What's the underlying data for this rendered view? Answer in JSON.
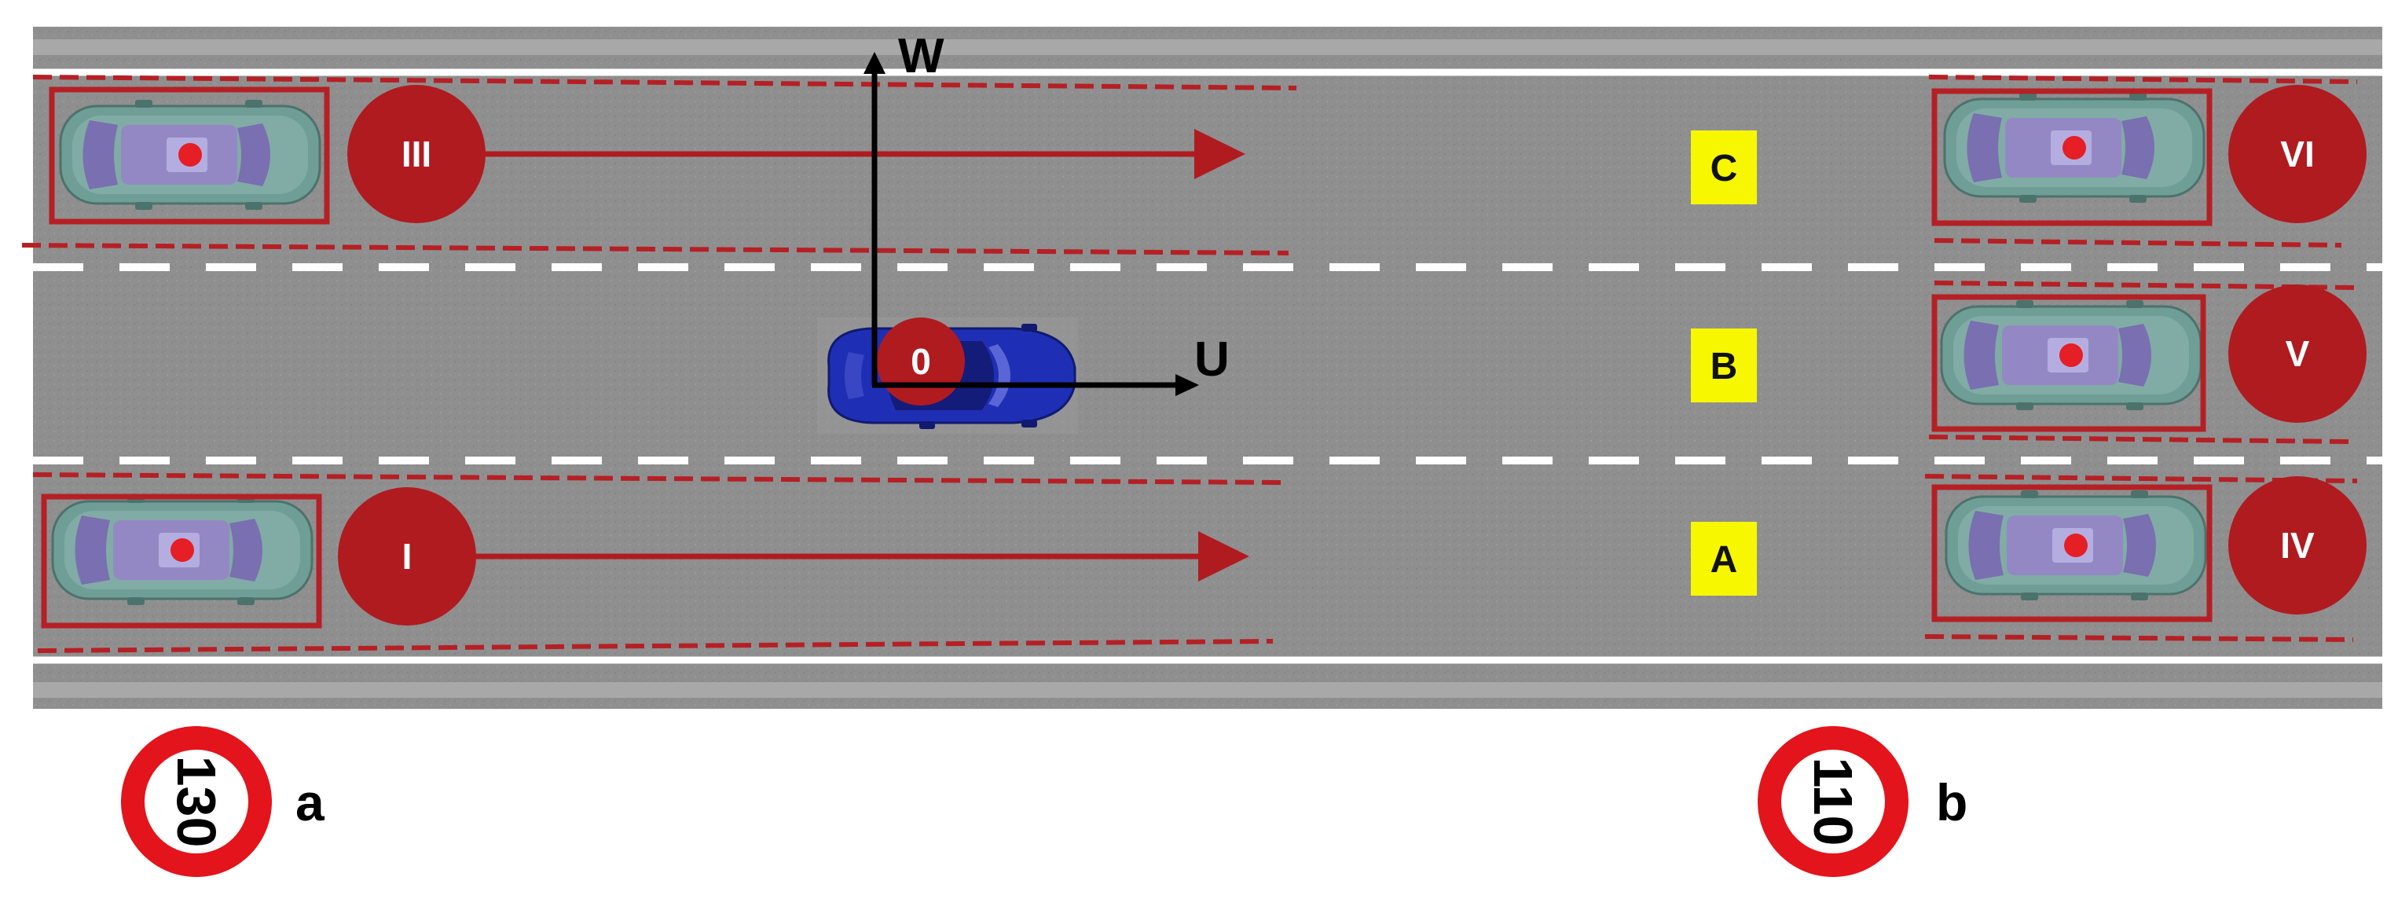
{
  "axes": {
    "u_label": "U",
    "w_label": "W"
  },
  "ego": {
    "label": "0",
    "color": "#1f2fb5"
  },
  "lanes": [
    {
      "id": "lane-c",
      "label": "C"
    },
    {
      "id": "lane-b",
      "label": "B"
    },
    {
      "id": "lane-a",
      "label": "A"
    }
  ],
  "vehicles": [
    {
      "id": "vehicle-iii",
      "label": "III"
    },
    {
      "id": "vehicle-i",
      "label": "I"
    },
    {
      "id": "vehicle-vi",
      "label": "VI"
    },
    {
      "id": "vehicle-v",
      "label": "V"
    },
    {
      "id": "vehicle-iv",
      "label": "IV"
    }
  ],
  "signs": [
    {
      "id": "speed-sign-130",
      "value": "130",
      "letter": "a"
    },
    {
      "id": "speed-sign-110",
      "value": "110",
      "letter": "b"
    }
  ],
  "colors": {
    "road": "#8f8f8f",
    "marker": "#b01b20",
    "lane_tag": "#f7f700",
    "car_body": "#6f9e97"
  }
}
